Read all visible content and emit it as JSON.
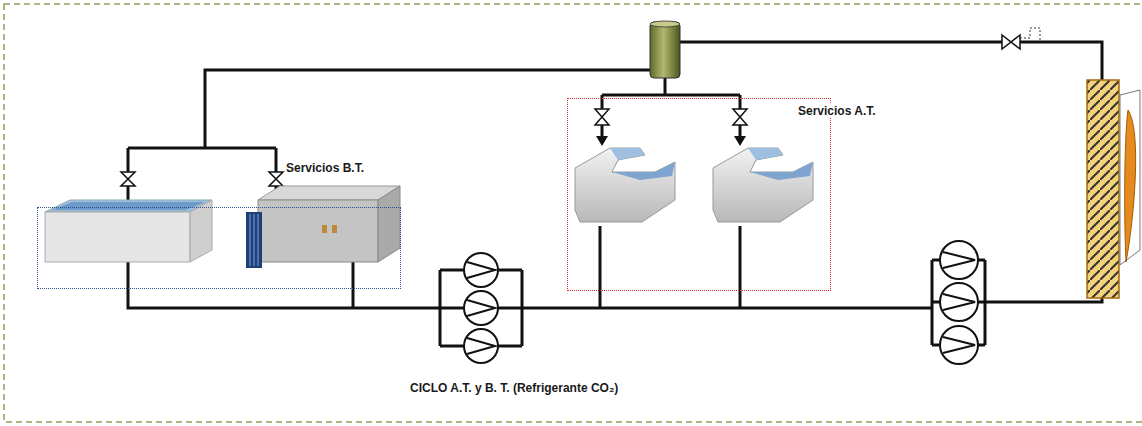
{
  "diagram": {
    "nodes": [
      {
        "text": [
          "Servicios B.T."
        ]
      },
      {
        "text": [
          "Servicios A.T."
        ]
      }
    ],
    "labels": [
      "CICLO A.T. y B. T. (Refrigerante  CO₂)"
    ]
  }
}
